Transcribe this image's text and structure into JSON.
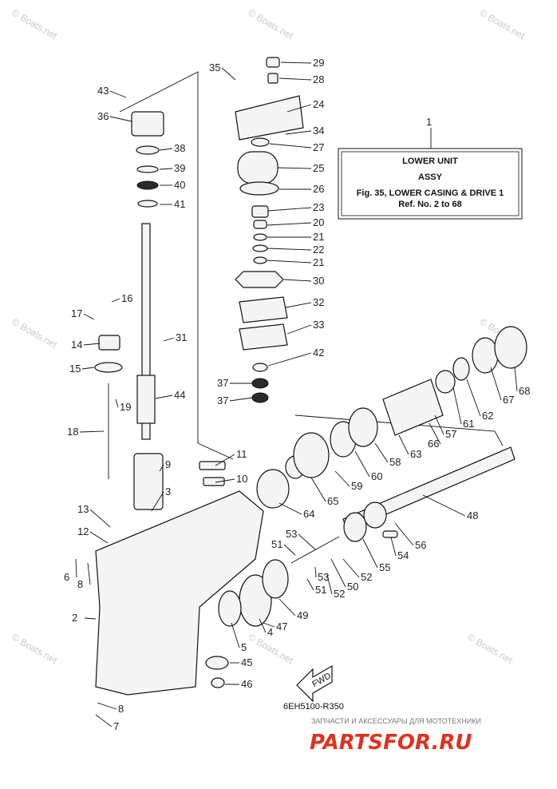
{
  "watermark": "© Boats.net",
  "info_box": {
    "ref": "1",
    "line1": "LOWER UNIT",
    "line2": "ASSY",
    "line3": "Fig. 35, LOWER CASING & DRIVE 1",
    "line4": "Ref. No. 2 to 68"
  },
  "diagram_code": "6EH5100-R350",
  "fwd_label": "FWD",
  "footer": {
    "banner": "ЗАПЧАСТИ И АКСЕССУАРЫ ДЛЯ МОТОТЕХНИКИ",
    "brand": "PARTSFOR.RU"
  },
  "callouts": [
    "2",
    "3",
    "4",
    "5",
    "6",
    "7",
    "8",
    "8",
    "9",
    "10",
    "11",
    "12",
    "13",
    "14",
    "15",
    "16",
    "17",
    "18",
    "19",
    "20",
    "21",
    "21",
    "22",
    "23",
    "24",
    "25",
    "26",
    "27",
    "28",
    "29",
    "30",
    "31",
    "32",
    "33",
    "34",
    "35",
    "36",
    "37",
    "37",
    "38",
    "39",
    "40",
    "41",
    "42",
    "43",
    "44",
    "45",
    "46",
    "47",
    "48",
    "49",
    "50",
    "51",
    "51",
    "52",
    "52",
    "53",
    "53",
    "54",
    "55",
    "56",
    "57",
    "58",
    "59",
    "60",
    "61",
    "62",
    "63",
    "64",
    "65",
    "66",
    "67",
    "68"
  ]
}
